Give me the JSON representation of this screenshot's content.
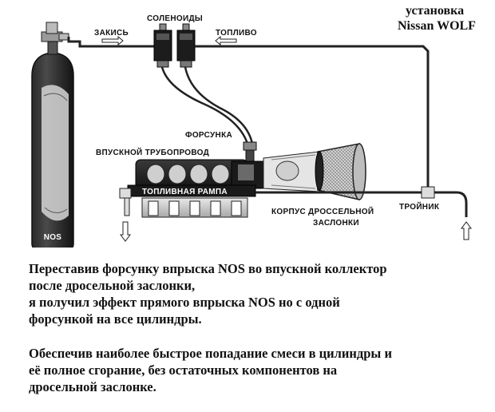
{
  "title": {
    "line1": "установка",
    "line2": "Nissan WOLF"
  },
  "labels": {
    "nitrous": "ЗАКИСЬ",
    "solenoids": "СОЛЕНОИДЫ",
    "fuel": "ТОПЛИВО",
    "injector": "ФОРСУНКА",
    "intake_manifold": "ВПУСКНОЙ ТРУБОПРОВОД",
    "fuel_rail": "ТОПЛИВНАЯ РАМПА",
    "throttle_body_line1": "КОРПУС ДРОССЕЛЬНОЙ",
    "throttle_body_line2": "ЗАСЛОНКИ",
    "tee": "ТРОЙНИК",
    "bottle": "NOS"
  },
  "caption": {
    "p1_line1": "Переставив форсунку впрыска NOS во впускной коллектор",
    "p1_line2": "после дросельной заслонки,",
    "p1_line3": "я получил эффект прямого впрыска NOS но с одной",
    "p1_line4": "форсункой на все цилиндры.",
    "p2_line1": "Обеспечив наиболее быстрое попадание смеси в цилиндры и",
    "p2_line2": "её полное сгорание, без остаточных компонентов на",
    "p2_line3": "дросельной заслонке."
  }
}
